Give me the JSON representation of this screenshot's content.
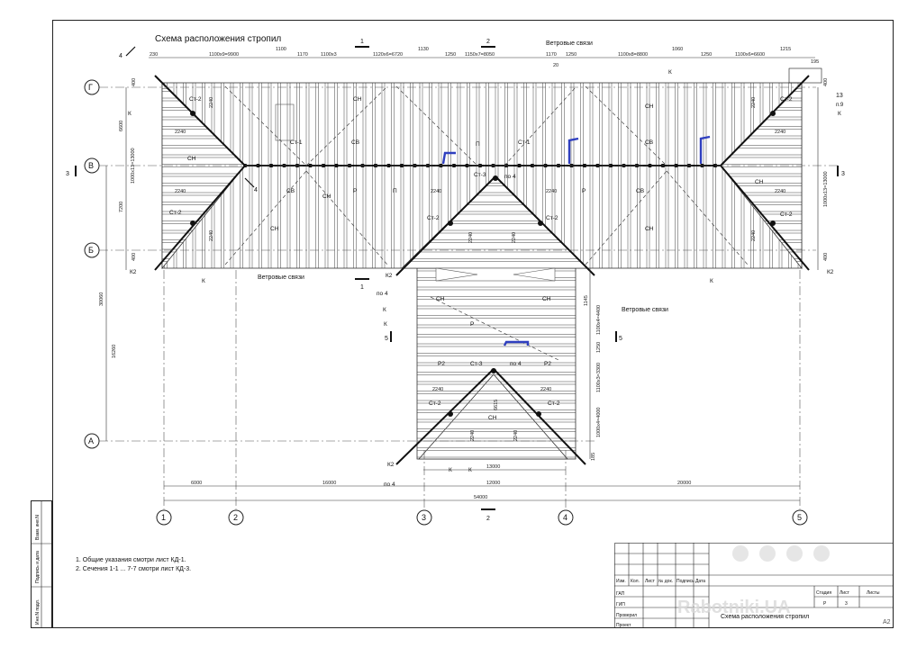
{
  "drawing": {
    "title": "Схема расположения стропил",
    "sheet_format": "А2",
    "axes_letters": [
      "Г",
      "В",
      "Б",
      "А"
    ],
    "axes_numbers": [
      "1",
      "2",
      "3",
      "4",
      "5"
    ],
    "section_marks": {
      "s1": "1",
      "s2": "2",
      "s3": "3",
      "s4": "4",
      "s5": "5",
      "s13": "13",
      "s13b": "п.9"
    },
    "top_dims": [
      "1100",
      "1170",
      "1130",
      "1250",
      "1170",
      "1250",
      "1060",
      "1250",
      "1215",
      "230",
      "1100x9=9900",
      "1100x3",
      "1120x6=6720",
      "1150x7=8050",
      "1100x8=8800",
      "1100x6=6600",
      "20",
      "195"
    ],
    "wind_label": "Ветровые связи",
    "left_dims": [
      "6600",
      "1000x13=13000",
      "7200",
      "400",
      "30060",
      "16260",
      "400"
    ],
    "right_dims": [
      "400",
      "1000x13=13000",
      "400",
      "1145",
      "1100x4=4400",
      "1250",
      "1100x3=3300",
      "1000x4=4000",
      "185"
    ],
    "bottom_dims": [
      "6000",
      "16000",
      "12000",
      "20000",
      "54000",
      "13000"
    ],
    "elements": {
      "st1": "Ст-1",
      "st2": "Ст-2",
      "st3": "Ст-3",
      "sn": "СН",
      "sv": "СВ",
      "p": "П",
      "r": "Р",
      "r2": "Р2",
      "k": "К",
      "k2": "К2",
      "po4": "по 4",
      "d2240": "2240",
      "d6615": "6615"
    },
    "notes": [
      "1. Общие указания смотри лист КД-1.",
      "2. Сечения 1-1 ... 7-7 смотри лист КД-3."
    ],
    "side_stamp": [
      "Взам. инв.N",
      "Подпись и дата",
      "Инв.N подл."
    ],
    "stamp": {
      "headers": [
        "Изм.",
        "Кол.",
        "Лист",
        "№ док.",
        "Подпись",
        "Дата"
      ],
      "roles": [
        "ГАП",
        "ГИП",
        "Проверил",
        "Проект"
      ],
      "stage_header": "Стадия",
      "sheet_header": "Лист",
      "sheets_header": "Листы",
      "stage": "Р",
      "sheet": "3",
      "sheet_name": "Схема расположения стропил"
    },
    "watermark": "Rabotniki.UA"
  }
}
